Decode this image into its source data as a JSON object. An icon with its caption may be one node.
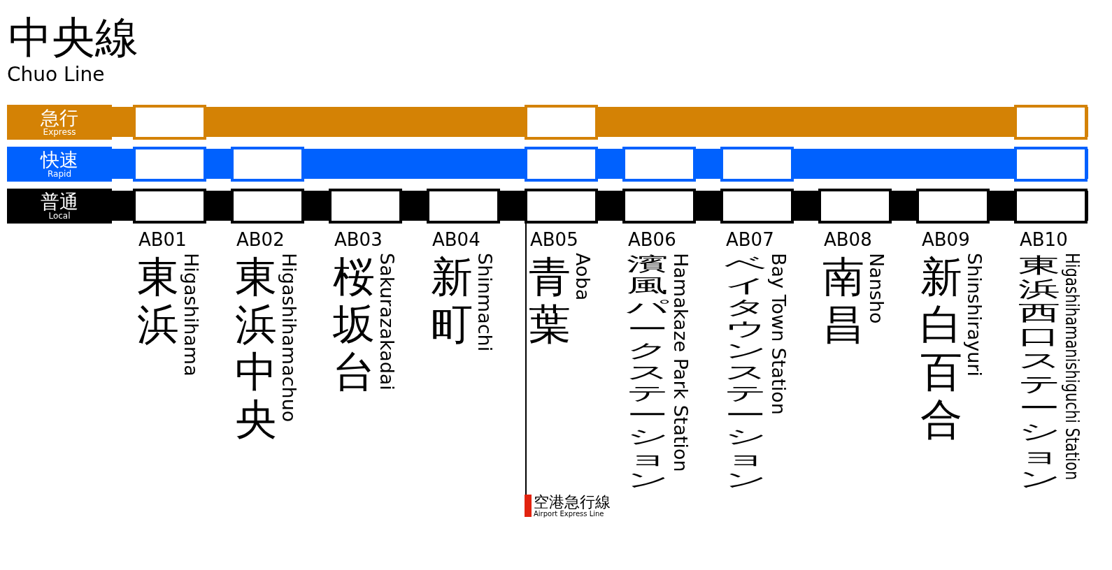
{
  "diagram": {
    "title": "中央線",
    "nodes": [
      {
        "text": [
          "急行",
          "Express"
        ]
      },
      {
        "text": [],
        "shape": "box",
        "in": 0
      },
      {
        "text": [],
        "shape": "box",
        "in": 0
      },
      {
        "text": [],
        "shape": "box",
        "in": 0
      },
      {
        "text": [
          "快速",
          "Rapid"
        ]
      },
      {
        "text": [],
        "shape": "box",
        "in": 4
      },
      {
        "text": [],
        "shape": "box",
        "in": 4
      },
      {
        "text": [],
        "shape": "box",
        "in": 4
      },
      {
        "text": [],
        "shape": "box",
        "in": 4
      },
      {
        "text": [],
        "shape": "box",
        "in": 4
      },
      {
        "text": [],
        "shape": "box",
        "in": 4
      },
      {
        "text": [
          "普通",
          "Local"
        ]
      },
      {
        "text": [],
        "shape": "box",
        "in": 11
      },
      {
        "text": [],
        "shape": "box",
        "in": 11
      },
      {
        "text": [],
        "shape": "box",
        "in": 11
      },
      {
        "text": [],
        "shape": "box",
        "in": 11
      },
      {
        "text": [],
        "shape": "box",
        "in": 11
      },
      {
        "text": [],
        "shape": "box",
        "in": 11
      },
      {
        "text": [],
        "shape": "box",
        "in": 11
      },
      {
        "text": [],
        "shape": "box",
        "in": 11
      },
      {
        "text": [],
        "shape": "box",
        "in": 11
      },
      {
        "text": [],
        "shape": "box",
        "in": 11
      },
      {
        "text": [
          "空港急行線",
          "Airport Express Line"
        ]
      }
    ],
    "edges": [
      {
        "from": 16,
        "to": 22,
        "arrow": "none"
      }
    ],
    "labels": [
      "Chuo Line",
      "AB01",
      "東浜",
      "Higashihama",
      "AB02",
      "東浜中央",
      "Higashihamachuo",
      "AB03",
      "桜坂台",
      "Sakurazakadai",
      "AB04",
      "新町",
      "Shinmachi",
      "AB05",
      "青葉",
      "Aoba",
      "AB06",
      "濱風パークステーション",
      "Hamakaze Park Station",
      "AB07",
      "ベイタウンステーション",
      "Bay Town Station",
      "AB08",
      "南昌",
      "Nansho",
      "AB09",
      "新白百合",
      "Shinshirayuri",
      "AB10",
      "東浜西口ステーション",
      "Higashihamanishiguchi Station"
    ]
  }
}
